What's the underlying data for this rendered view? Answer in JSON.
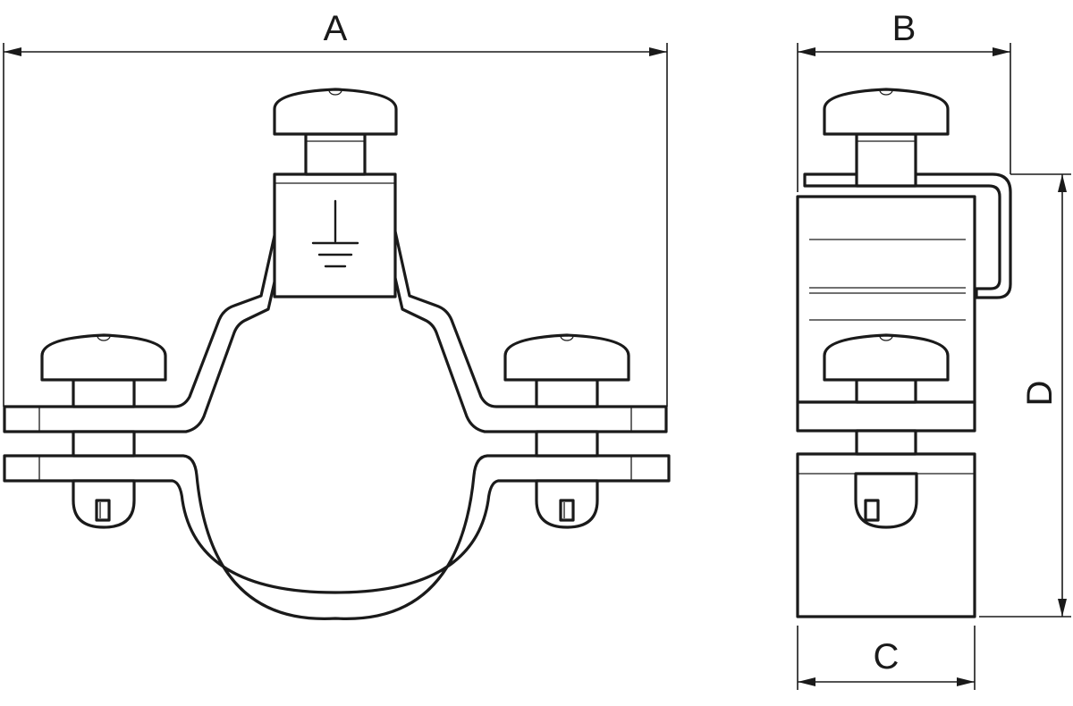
{
  "dimensions": {
    "overall_width_label": "A",
    "side_width_label": "B",
    "base_width_label": "C",
    "height_label": "D"
  },
  "icons": [
    "earth-ground-symbol"
  ]
}
